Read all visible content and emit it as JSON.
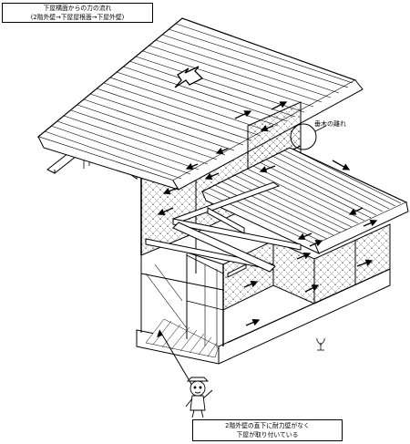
{
  "title": {
    "line1": "下屋構面からの力の流れ",
    "line2": "(2階外壁→下屋屋根面→下屋外壁)"
  },
  "label_taruki": "垂木の離れ",
  "callout": {
    "line1": "2階外壁の直下に耐力壁がなく",
    "line2": "下屋が取り付いている"
  },
  "colors": {
    "line": "#000000",
    "background": "#ffffff",
    "panel_hatch": "#000000"
  },
  "icons": [
    "force-arrow-icon",
    "hollow-direction-arrow-icon",
    "person-pointer-icon",
    "sprout-symbol-icon"
  ]
}
